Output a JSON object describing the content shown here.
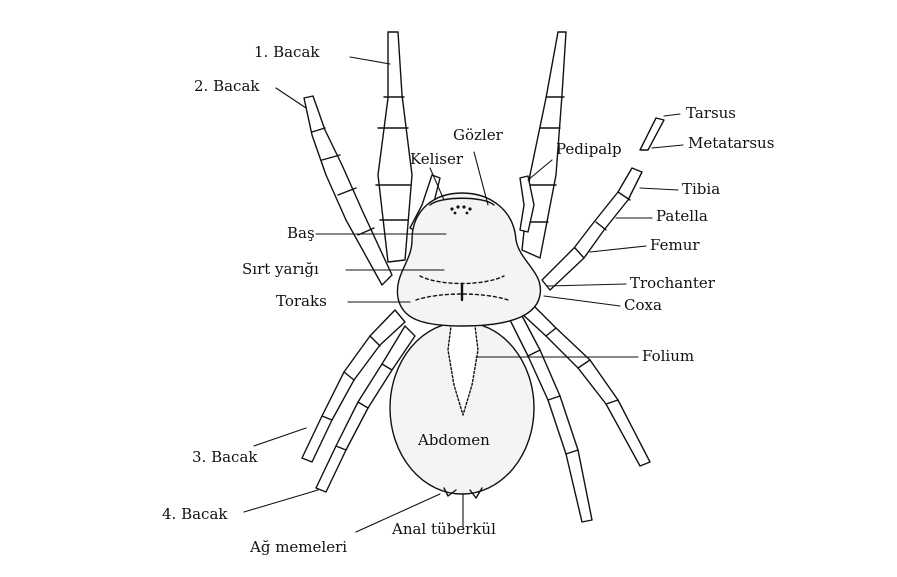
{
  "diagram": {
    "labels": {
      "bacak1": "1. Bacak",
      "bacak2": "2. Bacak",
      "gozler": "Gözler",
      "keliser": "Keliser",
      "pedipalp": "Pedipalp",
      "tarsus": "Tarsus",
      "metatarsus": "Metatarsus",
      "tibia": "Tibia",
      "patella": "Patella",
      "femur": "Femur",
      "bas": "Baş",
      "sirt_yarigi": "Sırt yarığı",
      "trochanter": "Trochanter",
      "toraks": "Toraks",
      "coxa": "Coxa",
      "folium": "Folium",
      "bacak3": "3. Bacak",
      "abdomen": "Abdomen",
      "bacak4": "4. Bacak",
      "anal_tuberkul": "Anal tüberkül",
      "ag_memeleri": "Ağ memeleri"
    },
    "colors": {
      "ink": "#111111",
      "body_fill": "#f4f4f4",
      "background": "#ffffff"
    }
  }
}
